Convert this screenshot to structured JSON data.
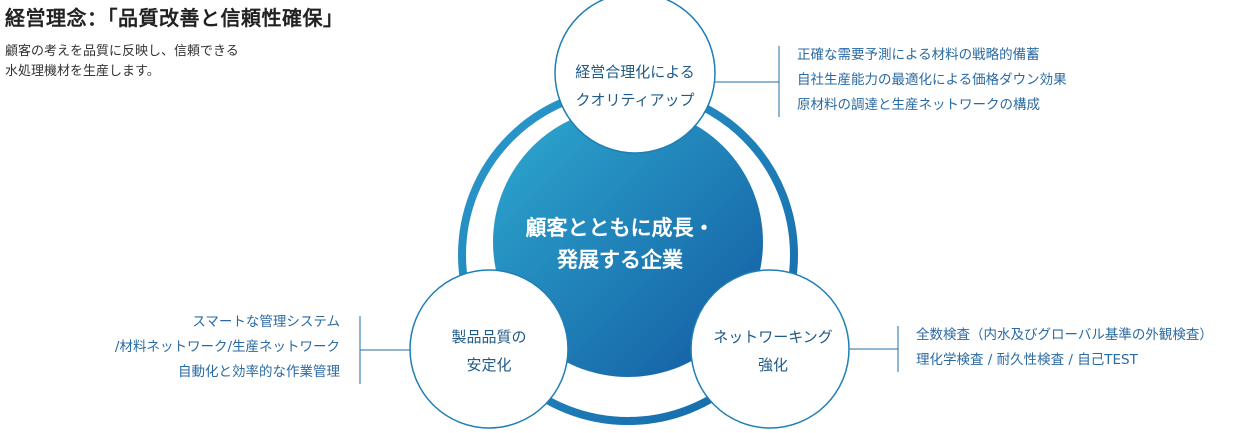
{
  "header": {
    "title": "経営理念：「品質改善と信頼性確保」",
    "description": [
      "顧客の考えを品質に反映し、信頼できる",
      "水処理機材を生産します。"
    ]
  },
  "center": {
    "lines": [
      "顧客とともに成長・",
      "発展する企業"
    ]
  },
  "nodes": {
    "top": {
      "lines": [
        "経営合理化による",
        "クオリティアップ"
      ],
      "bullets": [
        "正確な需要予測による材料の戦略的備蓄",
        "自社生産能力の最適化による価格ダウン効果",
        "原材料の調達と生産ネットワークの構成"
      ]
    },
    "left": {
      "lines": [
        "製品品質の",
        "安定化"
      ],
      "bullets": [
        "スマートな管理システム",
        "/材料ネットワーク/生産ネットワーク",
        "自動化と効率的な作業管理"
      ]
    },
    "right": {
      "lines": [
        "ネットワーキング",
        "強化"
      ],
      "bullets": [
        "全数検査（内水及びグローバル基準の外観検査）",
        "理化学検査 / 耐久性検査 / 自己TEST"
      ]
    }
  },
  "colors": {
    "ring": "#1f7fb5",
    "center_light": "#2ba5cc",
    "center_dark": "#1460a0",
    "node_border": "#1f7fb5",
    "connector": "#1f6fa8",
    "bullet_text": "#2a6aa3"
  }
}
